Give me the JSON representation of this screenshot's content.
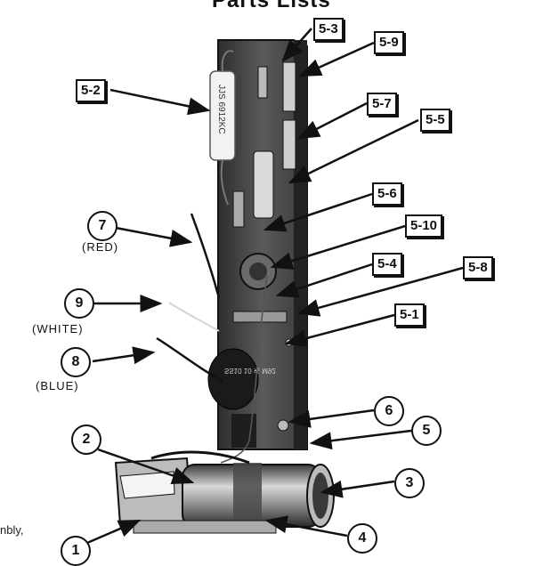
{
  "header": {
    "title": "Parts Lists"
  },
  "side_text": "nbly,",
  "colors": {
    "ink": "#111111",
    "board": "#4a4a4a",
    "metal": "#8a8a8a"
  },
  "callouts_boxed": [
    "5-1",
    "5-2",
    "5-3",
    "5-4",
    "5-5",
    "5-6",
    "5-7",
    "5-8",
    "5-9",
    "5-10"
  ],
  "callouts_circled": [
    {
      "num": "1",
      "color": ""
    },
    {
      "num": "2",
      "color": ""
    },
    {
      "num": "3",
      "color": ""
    },
    {
      "num": "4",
      "color": ""
    },
    {
      "num": "5",
      "color": ""
    },
    {
      "num": "6",
      "color": ""
    },
    {
      "num": "7",
      "color": "(RED)"
    },
    {
      "num": "8",
      "color": "(BLUE)"
    },
    {
      "num": "9",
      "color": "(WHITE)"
    }
  ],
  "component_text": {
    "resistor": "JJS 6912KC",
    "disc_cap": "SS10 10 ¹⁄₂ M92"
  }
}
